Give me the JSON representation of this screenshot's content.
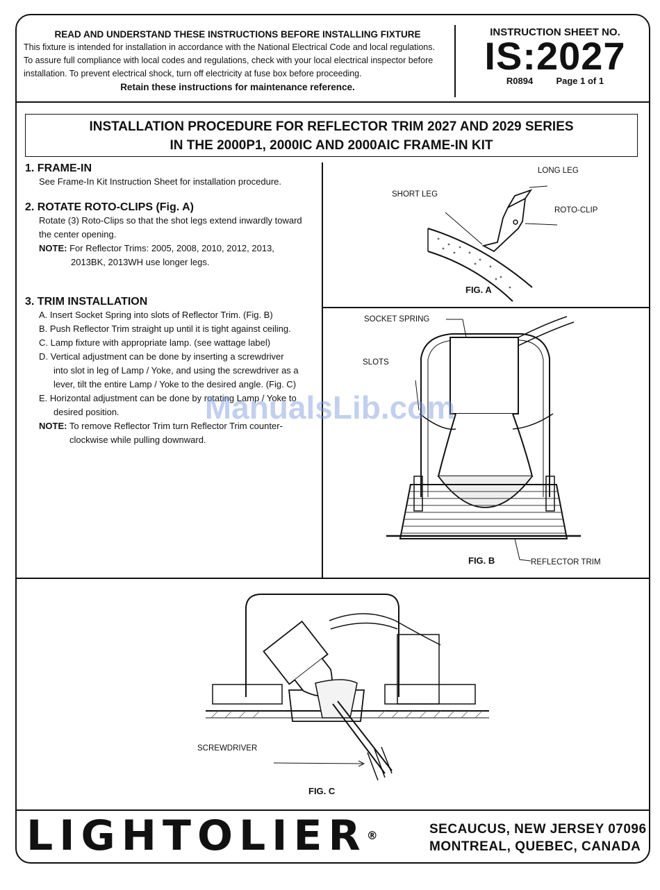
{
  "header": {
    "heading": "READ AND UNDERSTAND THESE INSTRUCTIONS BEFORE INSTALLING FIXTURE",
    "lines": [
      "This fixture is intended for installation in accordance with the National Electrical Code and local regulations.",
      "To assure full compliance with local codes and regulations, check with your local electrical inspector before",
      "installation.  To prevent electrical shock, turn off  electricity at fuse box before proceeding."
    ],
    "retain": "Retain these instructions for maintenance reference.",
    "sheet_label": "INSTRUCTION SHEET NO.",
    "sheet_number": "IS:2027",
    "revision": "R0894",
    "page": "Page 1 of 1"
  },
  "title": {
    "line1": "INSTALLATION PROCEDURE FOR REFLECTOR TRIM 2027 AND 2029 SERIES",
    "line2": "IN THE 2000P1, 2000IC AND 2000AIC FRAME-IN KIT"
  },
  "steps": {
    "s1": {
      "heading": "1.  FRAME-IN",
      "text": "See Frame-In Kit Instruction Sheet for installation procedure."
    },
    "s2": {
      "heading": "2.  ROTATE ROTO-CLIPS (Fig. A)",
      "line1": "Rotate (3) Roto-Clips so that the shot legs extend inwardly toward",
      "line2": "the center opening.",
      "note_label": "NOTE:",
      "note1": "For Reflector Trims: 2005, 2008, 2010, 2012, 2013,",
      "note2": "2013BK, 2013WH use longer legs."
    },
    "s3": {
      "heading": "3.  TRIM INSTALLATION",
      "a": "A.   Insert Socket Spring into slots of Reflector Trim. (Fig. B)",
      "b": "B.   Push Reflector Trim straight up until it is tight against ceiling.",
      "c": "C.   Lamp fixture with appropriate lamp. (see wattage label)",
      "d1": "D.   Vertical adjustment can be done by inserting a screwdriver",
      "d2": "into slot in leg of Lamp / Yoke, and using the screwdriver as a",
      "d3": "lever, tilt the entire Lamp / Yoke to the desired angle. (Fig. C)",
      "e1": "E.   Horizontal adjustment can be done by rotating Lamp / Yoke to",
      "e2": "desired position.",
      "note_label": "NOTE:",
      "note1": "To remove Reflector Trim turn Reflector Trim counter-",
      "note2": "clockwise while pulling downward."
    }
  },
  "figA": {
    "long_leg": "LONG LEG",
    "short_leg": "SHORT LEG",
    "roto_clip": "ROTO-CLIP",
    "caption": "FIG. A"
  },
  "figB": {
    "socket_spring": "SOCKET SPRING",
    "slots": "SLOTS",
    "caption": "FIG. B",
    "reflector_trim": "REFLECTOR TRIM"
  },
  "figC": {
    "screwdriver": "SCREWDRIVER",
    "caption": "FIG. C"
  },
  "footer": {
    "brand": "LIGHTOLIER",
    "registered": "®",
    "address1": "SECAUCUS, NEW JERSEY 07096",
    "address2": "MONTREAL,  QUEBEC,  CANADA"
  },
  "watermark": "ManualsLib.com"
}
